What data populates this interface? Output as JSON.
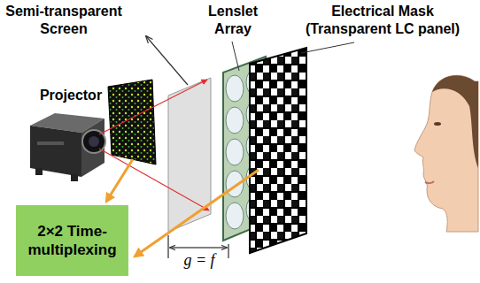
{
  "diagram": {
    "nodes": [
      {
        "text": [
          "2×2 Time-multiplexing"
        ]
      }
    ],
    "labels": [
      "Semi-transparent Screen",
      "Lenslet Array",
      "Electrical Mask (Transparent LC panel)",
      "Projector",
      "g = f"
    ]
  }
}
